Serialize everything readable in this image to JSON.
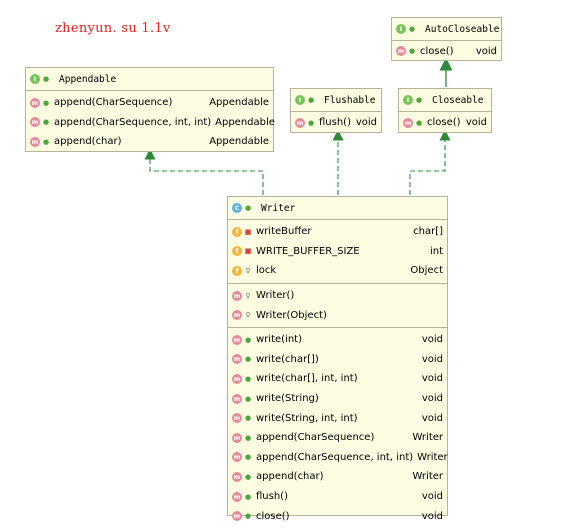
{
  "watermark": "zhenyun. su  1.1v",
  "colors": {
    "box_bg": "#fcfce2",
    "border": "#b5b39a",
    "edge": "#2c8a38",
    "watermark": "#e8201c"
  },
  "classes": {
    "autocloseable": {
      "kind": "interface",
      "name": "AutoCloseable",
      "methods": [
        {
          "name": "close()",
          "type": "void"
        }
      ]
    },
    "appendable": {
      "kind": "interface",
      "name": "Appendable",
      "methods": [
        {
          "name": "append(CharSequence)",
          "type": "Appendable"
        },
        {
          "name": "append(CharSequence, int, int)",
          "type": "Appendable"
        },
        {
          "name": "append(char)",
          "type": "Appendable"
        }
      ]
    },
    "flushable": {
      "kind": "interface",
      "name": "Flushable",
      "methods": [
        {
          "name": "flush()",
          "type": "void"
        }
      ]
    },
    "closeable": {
      "kind": "interface",
      "name": "Closeable",
      "methods": [
        {
          "name": "close()",
          "type": "void"
        }
      ]
    },
    "writer": {
      "kind": "abstract-class",
      "name": "Writer",
      "fields": [
        {
          "name": "writeBuffer",
          "type": "char[]"
        },
        {
          "name": "WRITE_BUFFER_SIZE",
          "type": "int"
        },
        {
          "name": "lock",
          "type": "Object"
        }
      ],
      "constructors": [
        {
          "name": "Writer()"
        },
        {
          "name": "Writer(Object)"
        }
      ],
      "methods": [
        {
          "name": "write(int)",
          "type": "void"
        },
        {
          "name": "write(char[])",
          "type": "void"
        },
        {
          "name": "write(char[], int, int)",
          "type": "void"
        },
        {
          "name": "write(String)",
          "type": "void"
        },
        {
          "name": "write(String, int, int)",
          "type": "void"
        },
        {
          "name": "append(CharSequence)",
          "type": "Writer"
        },
        {
          "name": "append(CharSequence, int, int)",
          "type": "Writer"
        },
        {
          "name": "append(char)",
          "type": "Writer"
        },
        {
          "name": "flush()",
          "type": "void"
        },
        {
          "name": "close()",
          "type": "void"
        }
      ]
    }
  }
}
